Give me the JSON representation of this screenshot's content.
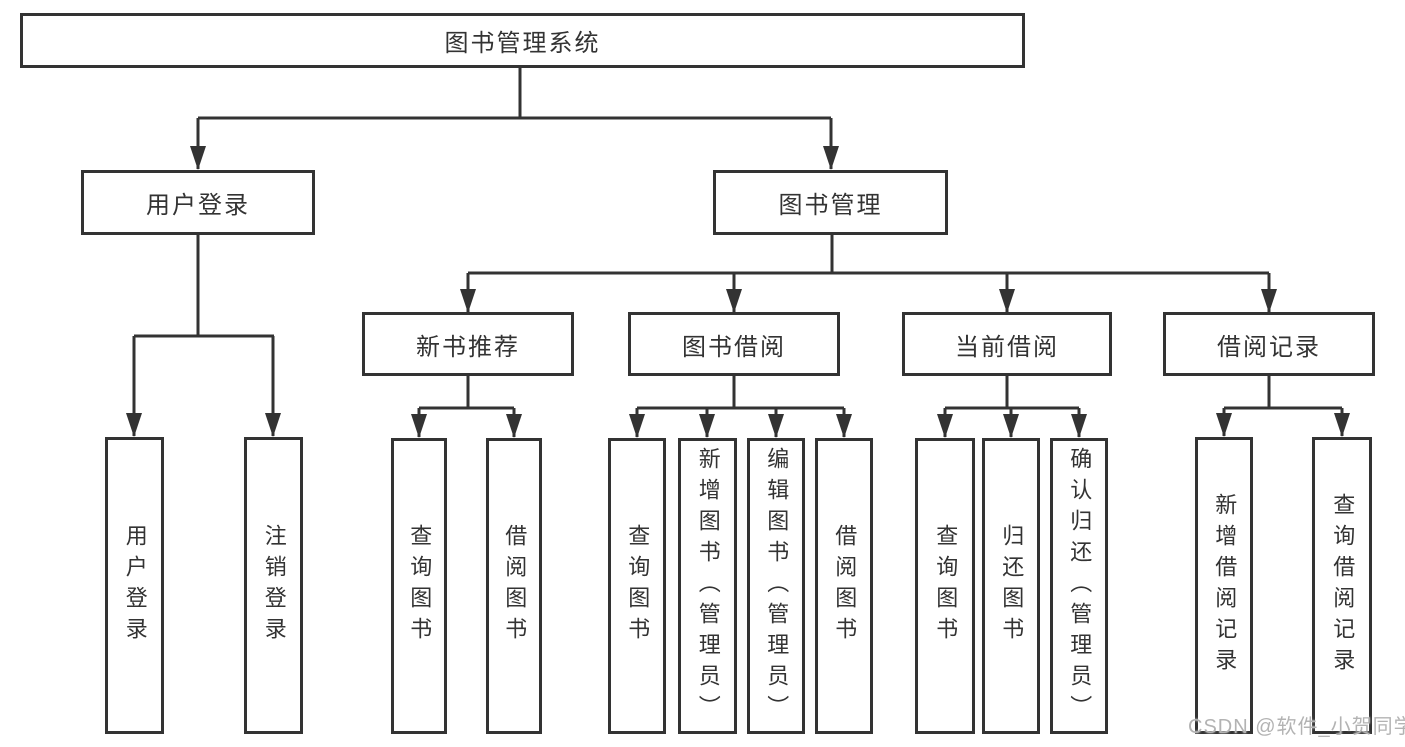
{
  "diagram": {
    "root": {
      "label": "图书管理系统"
    },
    "branches": {
      "user_login": {
        "label": "用户登录",
        "children": [
          {
            "label": "用户登录"
          },
          {
            "label": "注销登录"
          }
        ]
      },
      "book_mgmt": {
        "label": "图书管理",
        "children": [
          {
            "label": "新书推荐",
            "children": [
              {
                "label": "查询图书"
              },
              {
                "label": "借阅图书"
              }
            ]
          },
          {
            "label": "图书借阅",
            "children": [
              {
                "label": "查询图书"
              },
              {
                "label": "新增图书（管理员）"
              },
              {
                "label": "编辑图书（管理员）"
              },
              {
                "label": "借阅图书"
              }
            ]
          },
          {
            "label": "当前借阅",
            "children": [
              {
                "label": "查询图书"
              },
              {
                "label": "归还图书"
              },
              {
                "label": "确认归还（管理员）"
              }
            ]
          },
          {
            "label": "借阅记录",
            "children": [
              {
                "label": "新增借阅记录"
              },
              {
                "label": "查询借阅记录"
              }
            ]
          }
        ]
      }
    }
  },
  "watermark": {
    "text": "CSDN @软件_小贺同学"
  },
  "colors": {
    "line": "#333333",
    "box_border": "#333333",
    "box_fill": "#ffffff",
    "text": "#333333",
    "watermark": "#b3b3b3",
    "background": "#ffffff"
  }
}
